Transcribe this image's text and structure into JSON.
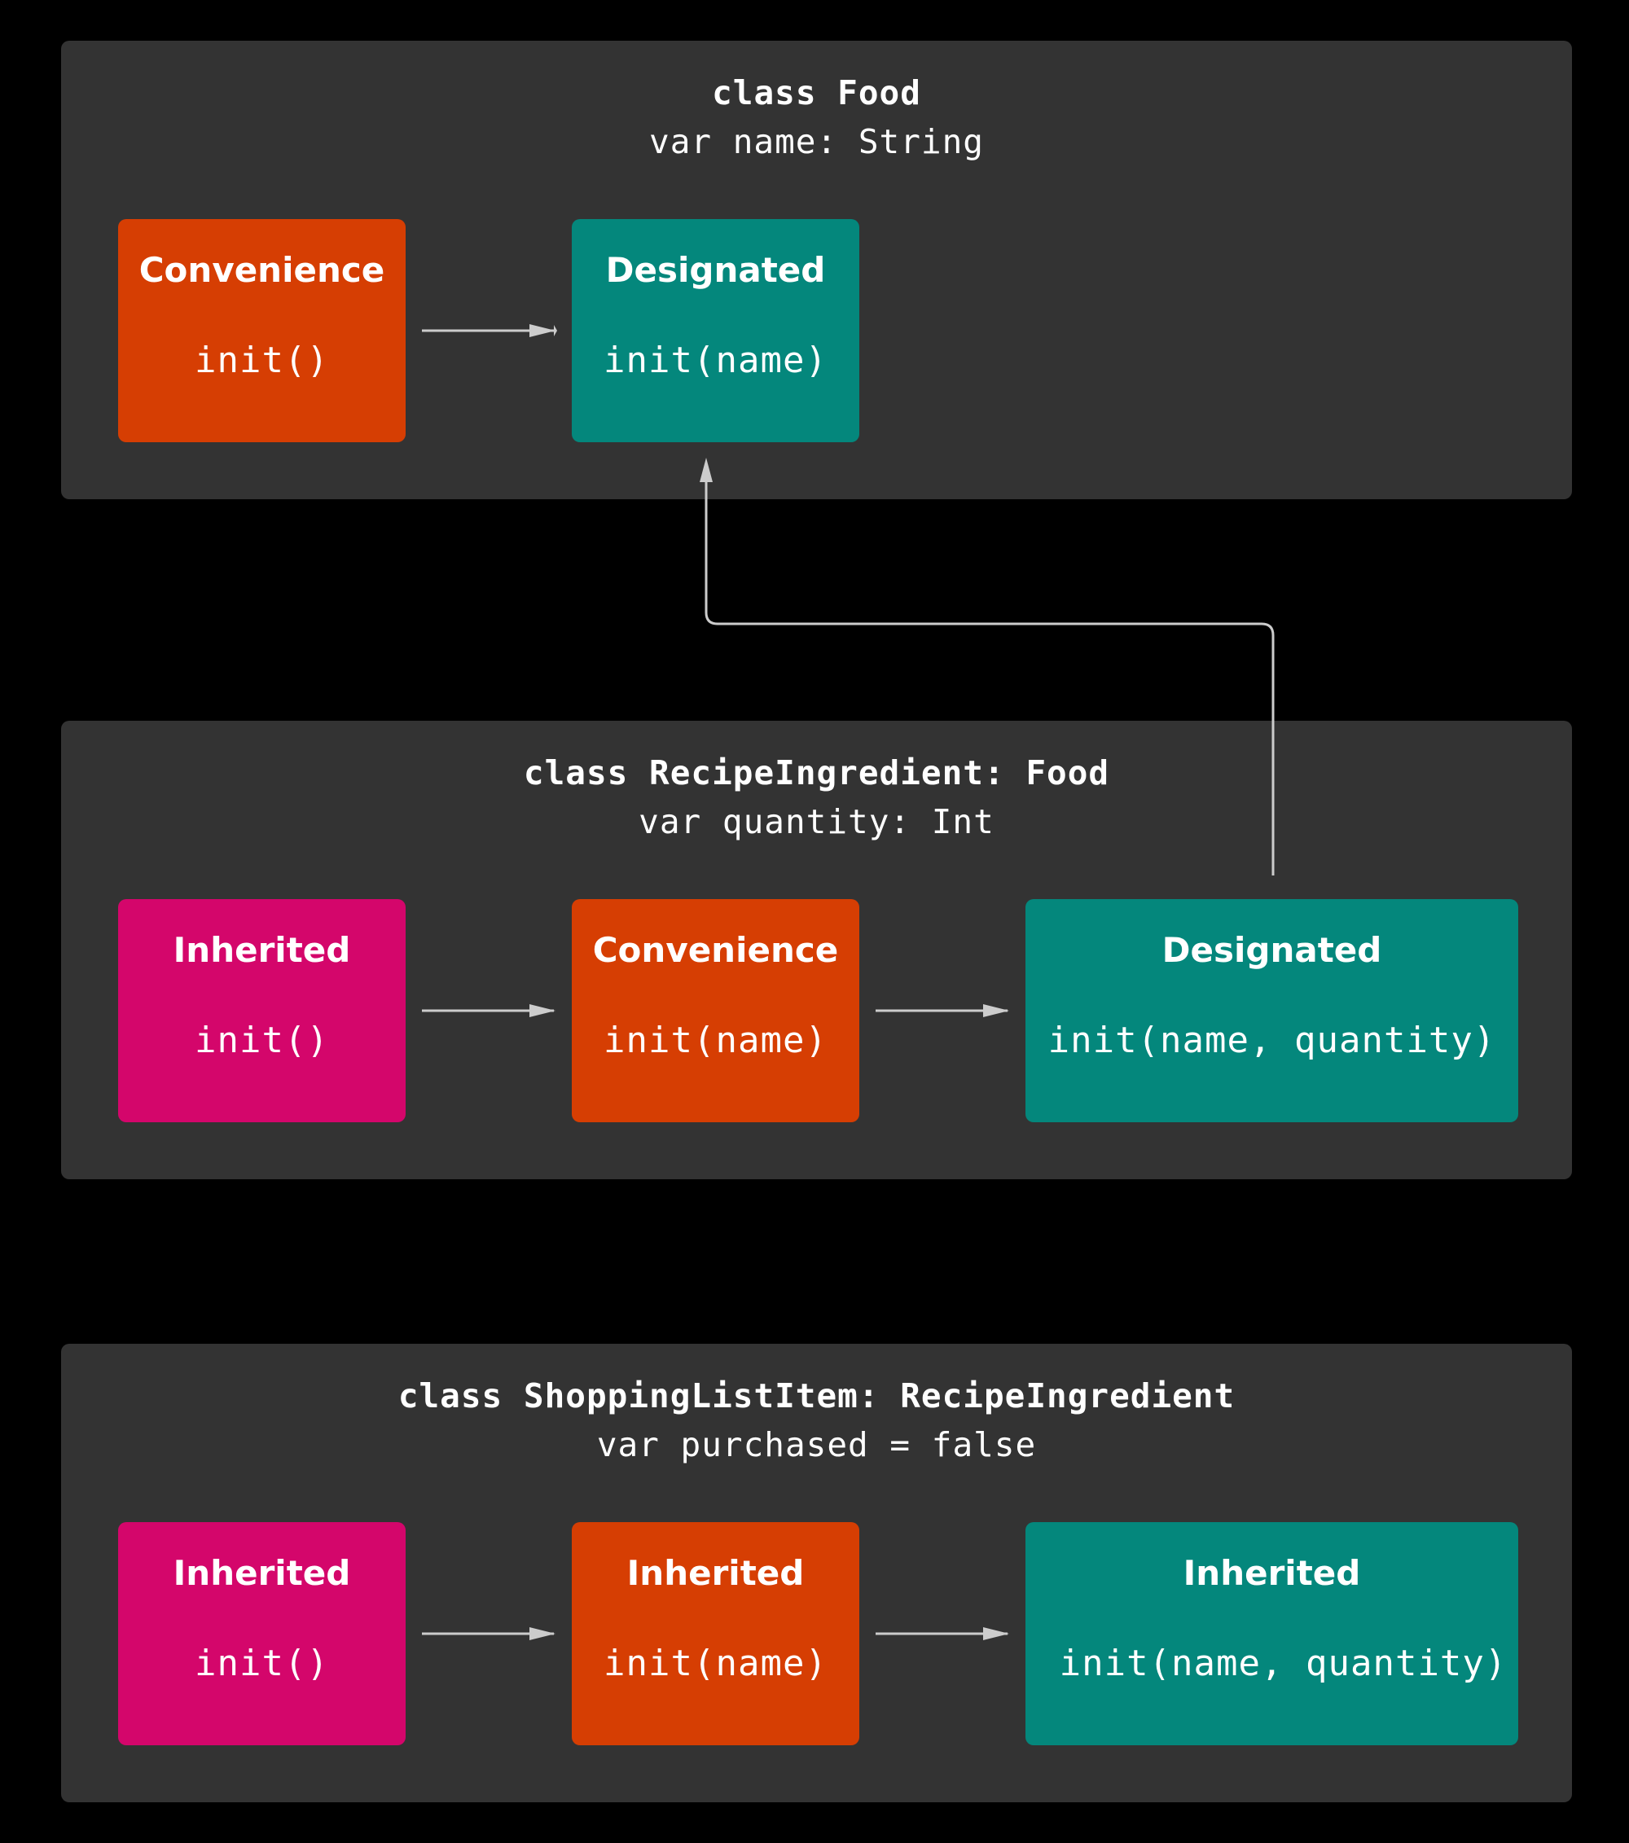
{
  "colors": {
    "background": "#000000",
    "panel": "#333333",
    "convenience": "#d63e03",
    "designated": "#04877c",
    "inherited_pink": "#d4066b",
    "arrow": "#cccccc"
  },
  "food": {
    "title": "class Food",
    "property": "var name: String",
    "convenience": {
      "kind": "Convenience",
      "signature": "init()"
    },
    "designated": {
      "kind": "Designated",
      "signature": "init(name)"
    }
  },
  "recipe": {
    "title": "class RecipeIngredient: Food",
    "property": "var quantity: Int",
    "inherited": {
      "kind": "Inherited",
      "signature": "init()"
    },
    "convenience": {
      "kind": "Convenience",
      "signature": "init(name)"
    },
    "designated": {
      "kind": "Designated",
      "signature": "init(name, quantity)"
    }
  },
  "shopping": {
    "title": "class ShoppingListItem: RecipeIngredient",
    "property": "var purchased = false",
    "inherited1": {
      "kind": "Inherited",
      "signature": "init()"
    },
    "inherited2": {
      "kind": "Inherited",
      "signature": "init(name)"
    },
    "inherited3": {
      "kind": "Inherited",
      "signature": "init(name, quantity)"
    }
  }
}
